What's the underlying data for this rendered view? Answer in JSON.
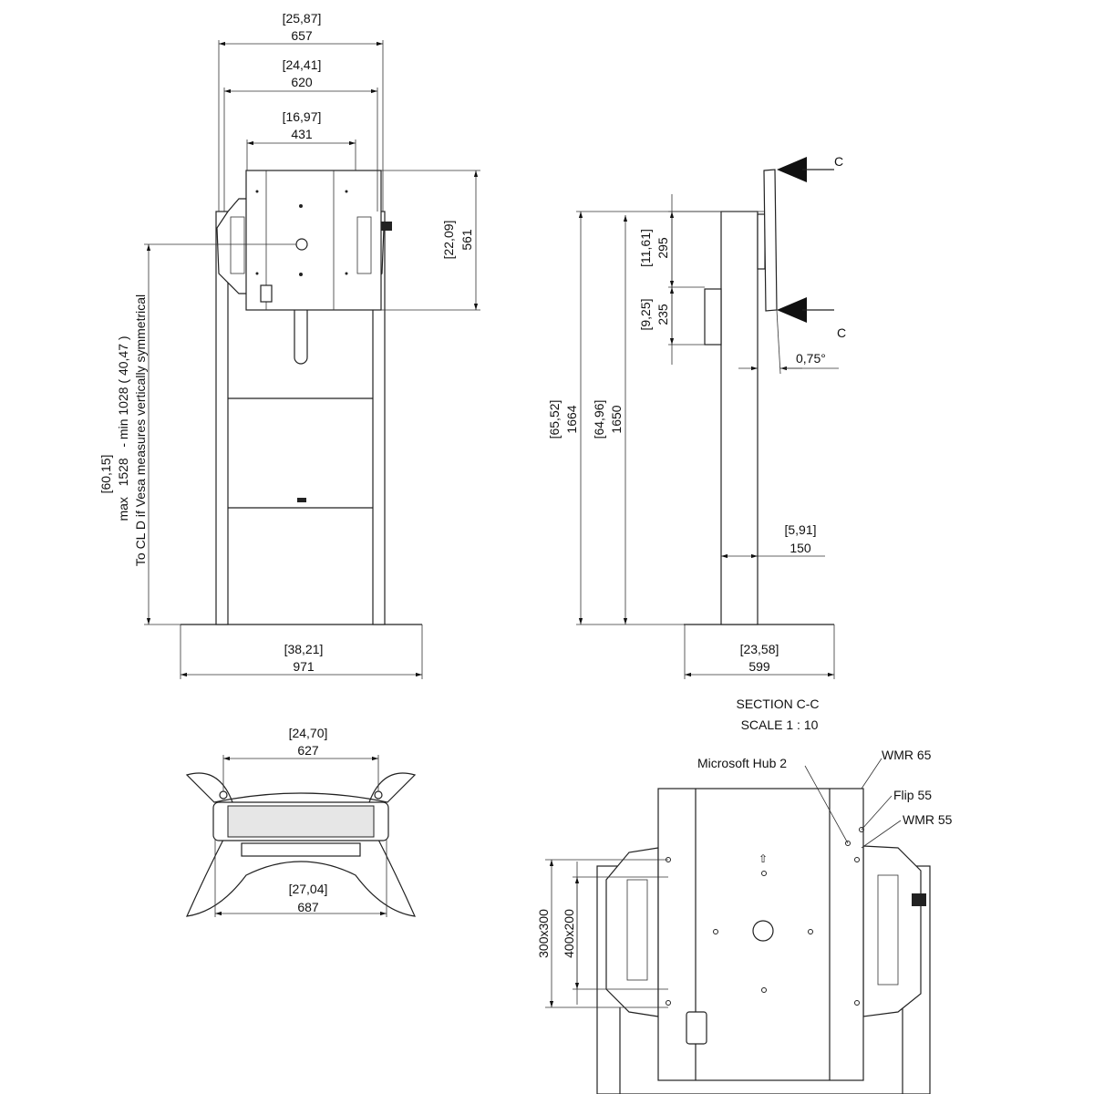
{
  "front_view": {
    "dim_657": {
      "inch": "[25,87]",
      "mm": "657"
    },
    "dim_620": {
      "inch": "[24,41]",
      "mm": "620"
    },
    "dim_431": {
      "inch": "[16,97]",
      "mm": "431"
    },
    "dim_561": {
      "inch": "[22,09]",
      "mm": "561"
    },
    "dim_height": {
      "inch": "[60,15]",
      "mm": "max   1528   - min 1028 ( 40,47 )",
      "note": "To CL D if Vesa measures vertically symmetrical"
    },
    "dim_971": {
      "inch": "[38,21]",
      "mm": "971"
    }
  },
  "side_view": {
    "section_mark_top": "C",
    "section_mark_bottom": "C",
    "dim_295": {
      "inch": "[11,61]",
      "mm": "295"
    },
    "dim_235": {
      "inch": "[9,25]",
      "mm": "235"
    },
    "dim_1664": {
      "inch": "[65,52]",
      "mm": "1664"
    },
    "dim_1650": {
      "inch": "[64,96]",
      "mm": "1650"
    },
    "angle": "0,75°",
    "dim_150": {
      "inch": "[5,91]",
      "mm": "150"
    },
    "dim_599": {
      "inch": "[23,58]",
      "mm": "599"
    },
    "section_title": "SECTION C-C",
    "section_scale": "SCALE 1 : 10"
  },
  "top_view": {
    "dim_627": {
      "inch": "[24,70]",
      "mm": "627"
    },
    "dim_687": {
      "inch": "[27,04]",
      "mm": "687"
    }
  },
  "detail_view": {
    "labels": {
      "hub": "Microsoft Hub 2",
      "wmr65": "WMR 65",
      "flip55": "Flip 55",
      "wmr55": "WMR 55"
    },
    "dim_300": "300x300",
    "dim_400": "400x200"
  }
}
